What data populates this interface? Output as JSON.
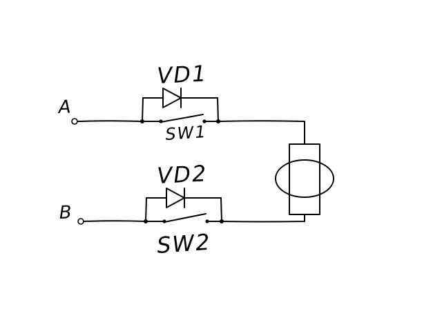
{
  "diagram": {
    "labels": {
      "terminal_a": "A",
      "terminal_b": "B",
      "diode1": "VD1",
      "switch1": "SW1",
      "diode2": "VD2",
      "switch2": "SW2"
    },
    "colors": {
      "ink": "#000000",
      "background": "#ffffff"
    }
  }
}
